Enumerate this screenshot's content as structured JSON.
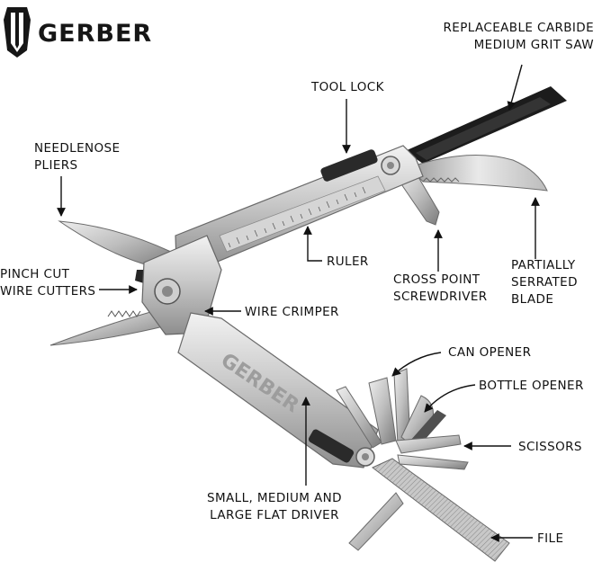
{
  "brand": {
    "name": "GERBER"
  },
  "labels": {
    "saw_line1": "REPLACEABLE CARBIDE",
    "saw_line2": "MEDIUM GRIT SAW",
    "tool_lock": "TOOL LOCK",
    "needlenose_line1": "NEEDLENOSE",
    "needlenose_line2": "PLIERS",
    "ruler": "RULER",
    "cross_point_line1": "CROSS POINT",
    "cross_point_line2": "SCREWDRIVER",
    "partially_line1": "PARTIALLY",
    "partially_line2": "SERRATED",
    "partially_line3": "BLADE",
    "pinch_cut_line1": "PINCH CUT",
    "pinch_cut_line2": "WIRE CUTTERS",
    "wire_crimper": "WIRE CRIMPER",
    "can_opener": "CAN OPENER",
    "bottle_opener": "BOTTLE OPENER",
    "scissors": "SCISSORS",
    "flat_driver_line1": "SMALL, MEDIUM AND",
    "flat_driver_line2": "LARGE FLAT DRIVER",
    "file": "FILE"
  },
  "colors": {
    "steel_light": "#e4e4e4",
    "steel_mid": "#b9b9b9",
    "steel_dark": "#7d7d7d",
    "saw_black": "#1c1c1c",
    "line": "#111111"
  }
}
